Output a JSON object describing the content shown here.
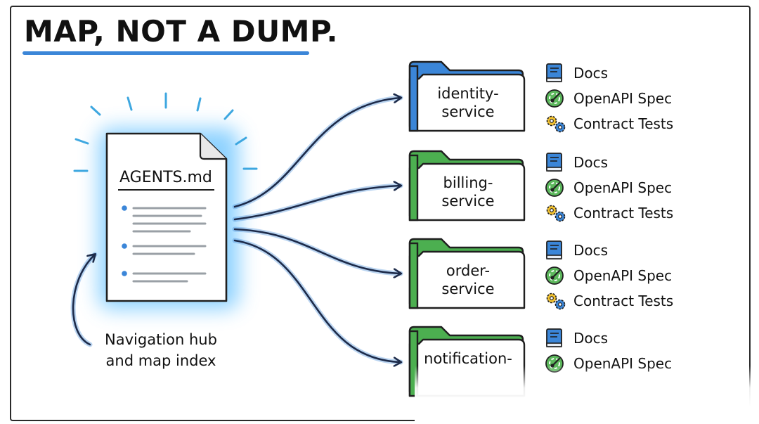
{
  "title": "MAP, NOT A DUMP.",
  "hub": {
    "file_name": "AGENTS.md",
    "caption_line1": "Navigation hub",
    "caption_line2": "and map index"
  },
  "services": [
    {
      "line1": "identity-",
      "line2": "service",
      "tab_color": "#3b86d8",
      "resources": [
        {
          "label": "Docs",
          "icon": "book-icon"
        },
        {
          "label": "OpenAPI Spec",
          "icon": "openapi-icon"
        },
        {
          "label": "Contract Tests",
          "icon": "gears-icon"
        }
      ]
    },
    {
      "line1": "billing-",
      "line2": "service",
      "tab_color": "#4caf50",
      "resources": [
        {
          "label": "Docs",
          "icon": "book-icon"
        },
        {
          "label": "OpenAPI Spec",
          "icon": "openapi-icon"
        },
        {
          "label": "Contract Tests",
          "icon": "gears-icon"
        }
      ]
    },
    {
      "line1": "order-",
      "line2": "service",
      "tab_color": "#4caf50",
      "resources": [
        {
          "label": "Docs",
          "icon": "book-icon"
        },
        {
          "label": "OpenAPI Spec",
          "icon": "openapi-icon"
        },
        {
          "label": "Contract Tests",
          "icon": "gears-icon"
        }
      ]
    },
    {
      "line1": "notification-",
      "line2": "",
      "tab_color": "#4caf50",
      "resources": [
        {
          "label": "Docs",
          "icon": "book-icon"
        },
        {
          "label": "OpenAPI Spec",
          "icon": "openapi-icon"
        }
      ]
    }
  ]
}
